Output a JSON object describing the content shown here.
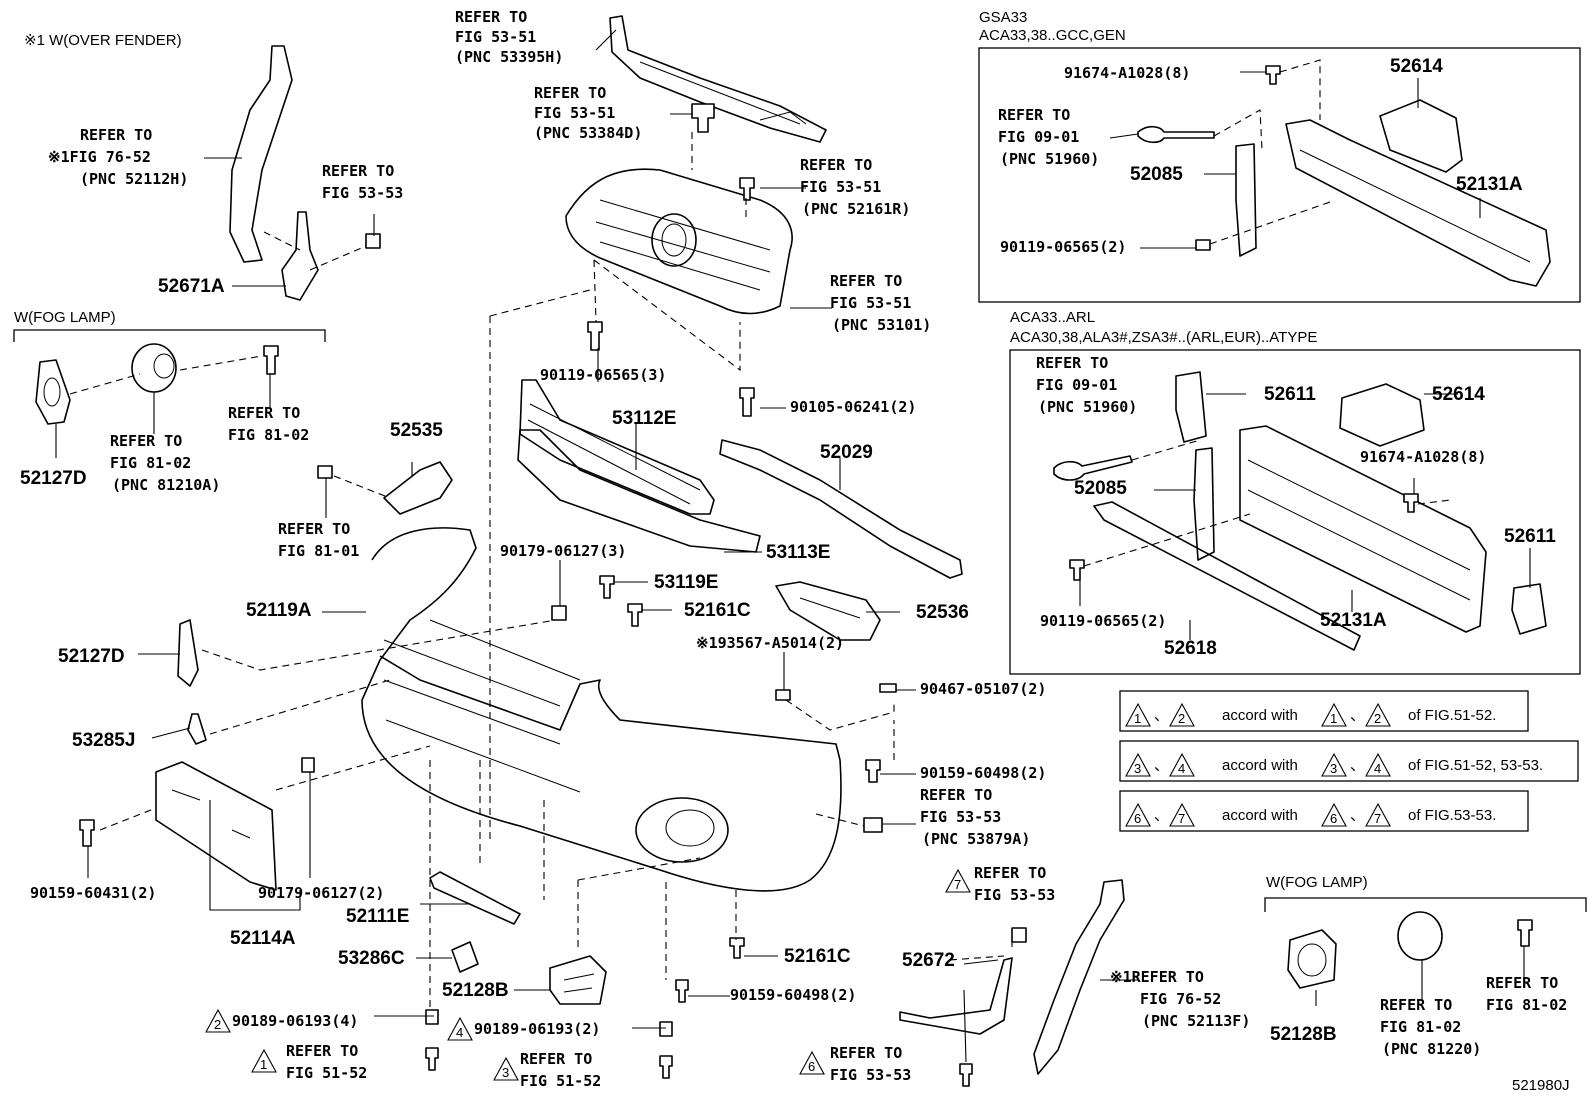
{
  "figure_code": "521980J",
  "sections": {
    "over_fender": "※1 W(OVER FENDER)",
    "fog_lamp_left": "W(FOG LAMP)",
    "fog_lamp_right": "W(FOG LAMP)",
    "variant_top_1": "GSA33",
    "variant_top_2": "ACA33,38..GCC,GEN",
    "variant_bot_1": "ACA33..ARL",
    "variant_bot_2": "ACA30,38,ALA3#,ZSA3#..(ARL,EUR)..ATYPE"
  },
  "refs": {
    "r1": [
      "REFER TO",
      "FIG 53-51",
      "(PNC 53395H)"
    ],
    "r2": [
      "REFER TO",
      "FIG 53-51",
      "(PNC 53384D)"
    ],
    "r3": [
      "REFER TO",
      "FIG 53-51",
      "(PNC 52161R)"
    ],
    "r4": [
      "REFER TO",
      "FIG 53-51",
      "(PNC 53101)"
    ],
    "r5": [
      "REFER TO",
      "※1FIG 76-52",
      "(PNC 52112H)"
    ],
    "r6": [
      "REFER TO",
      "FIG 53-53"
    ],
    "r7": [
      "REFER TO",
      "FIG 81-02"
    ],
    "r8": [
      "REFER TO",
      "FIG 81-02",
      "(PNC 81210A)"
    ],
    "r9": [
      "REFER TO",
      "FIG 81-01"
    ],
    "r10": [
      "REFER TO",
      "FIG 09-01",
      "(PNC 51960)"
    ],
    "r11": [
      "REFER TO",
      "FIG 09-01",
      "(PNC 51960)"
    ],
    "r12": [
      "REFER TO",
      "FIG 53-53",
      "(PNC 53879A)"
    ],
    "r13": [
      "REFER TO",
      "FIG 53-53"
    ],
    "r14": [
      "※1REFER TO",
      "FIG 76-52",
      "(PNC 52113F)"
    ],
    "r15": [
      "REFER TO",
      "FIG 51-52"
    ],
    "r16": [
      "REFER TO",
      "FIG 51-52"
    ],
    "r17": [
      "REFER TO",
      "FIG 53-53"
    ],
    "r18": [
      "REFER TO",
      "FIG 81-02",
      "(PNC 81220)"
    ],
    "r19": [
      "REFER TO",
      "FIG 81-02"
    ]
  },
  "parts": {
    "p52671A": "52671A",
    "p52127D_a": "52127D",
    "p52127D_b": "52127D",
    "p52535": "52535",
    "p52119A": "52119A",
    "p53285J": "53285J",
    "p90159_60431": "90159-60431(2)",
    "p90179_06127b": "90179-06127(2)",
    "p52114A": "52114A",
    "p52111E": "52111E",
    "p53286C": "53286C",
    "p52128B_a": "52128B",
    "p90189_a": "90189-06193(4)",
    "p90189_b": "90189-06193(2)",
    "p90119_3": "90119-06565(3)",
    "p53112E": "53112E",
    "p90105": "90105-06241(2)",
    "p52029": "52029",
    "p53113E": "53113E",
    "p90179_06127a": "90179-06127(3)",
    "p53119E": "53119E",
    "p52161C_a": "52161C",
    "p52536": "52536",
    "p193567": "※193567-A5014(2)",
    "p90467": "90467-05107(2)",
    "p90159_60498a": "90159-60498(2)",
    "p52161C_b": "52161C",
    "p90159_60498b": "90159-60498(2)",
    "p52672": "52672",
    "p52128B_b": "52128B",
    "g_91674": "91674-A1028(8)",
    "g_52614": "52614",
    "g_52085": "52085",
    "g_52131A": "52131A",
    "g_90119": "90119-06565(2)",
    "a_52611a": "52611",
    "a_52614": "52614",
    "a_91674": "91674-A1028(8)",
    "a_52085": "52085",
    "a_52611b": "52611",
    "a_90119": "90119-06565(2)",
    "a_52131A": "52131A",
    "a_52618": "52618"
  },
  "notes": [
    {
      "a": "1",
      "b": "2",
      "sep": "、",
      "mid": "accord with",
      "tail": "of FIG.51-52."
    },
    {
      "a": "3",
      "b": "4",
      "sep": "、",
      "mid": "accord with",
      "tail": "of FIG.51-52, 53-53."
    },
    {
      "a": "6",
      "b": "7",
      "sep": "、",
      "mid": "accord with",
      "tail": "of FIG.53-53."
    }
  ],
  "triangle_marks": {
    "t_90189a": "2",
    "t_90189b": "4",
    "t_ref15": "1",
    "t_ref16": "3",
    "t_ref17": "6",
    "t_ref13": "7"
  }
}
